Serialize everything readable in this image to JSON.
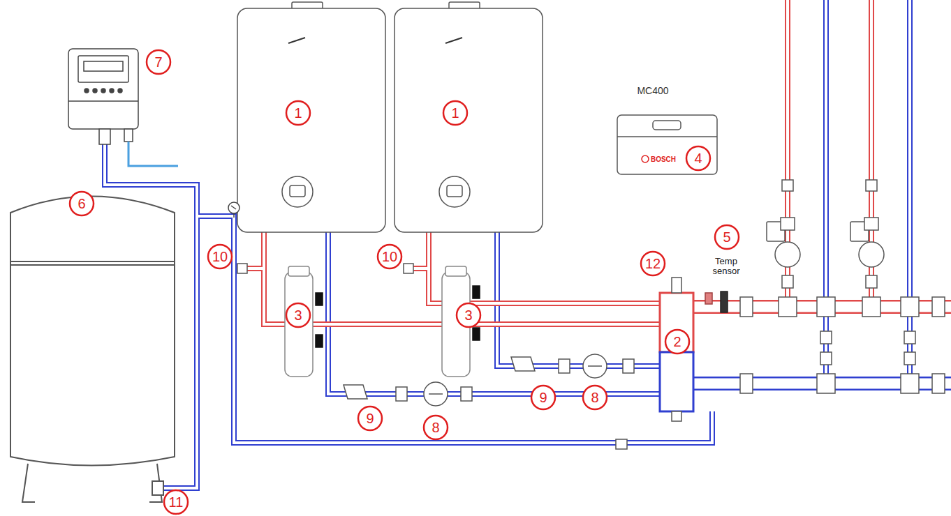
{
  "diagram": {
    "labels": [
      "1",
      "1",
      "MC400",
      "BOSCH",
      "4",
      "7",
      "10",
      "10",
      "12",
      "5",
      "Temp sensor",
      "3",
      "3",
      "2",
      "6",
      "9",
      "8",
      "9",
      "8",
      "11"
    ]
  }
}
